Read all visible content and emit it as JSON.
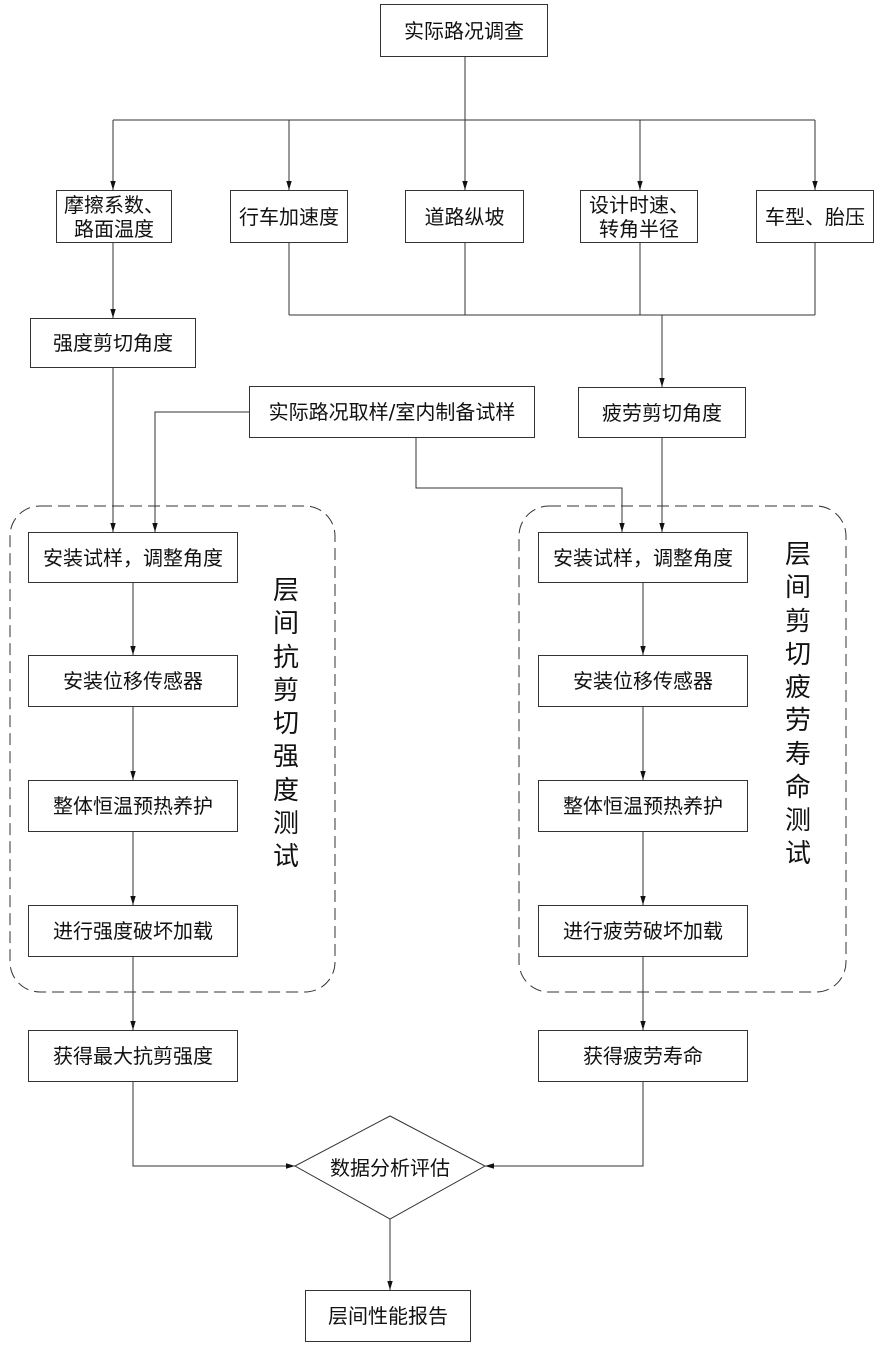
{
  "nodes": {
    "survey": "实际路况调查",
    "friction": "摩擦系数、\n路面温度",
    "accel": "行车加速度",
    "slope": "道路纵坡",
    "speed": "设计时速、\n转角半径",
    "vehicle": "车型、胎压",
    "strength_angle": "强度剪切角度",
    "sampling": "实际路况取样/室内制备试样",
    "fatigue_angle": "疲劳剪切角度",
    "left_install": "安装试样，调整角度",
    "left_sensor": "安装位移传感器",
    "left_preheat": "整体恒温预热养护",
    "left_load": "进行强度破坏加载",
    "right_install": "安装试样，调整角度",
    "right_sensor": "安装位移传感器",
    "right_preheat": "整体恒温预热养护",
    "right_load": "进行疲劳破坏加载",
    "max_strength": "获得最大抗剪强度",
    "fatigue_life": "获得疲劳寿命",
    "analysis": "数据分析评估",
    "report": "层间性能报告"
  },
  "groups": {
    "left": "层间抗剪切强度测试",
    "right": "层间剪切疲劳寿命测试"
  }
}
